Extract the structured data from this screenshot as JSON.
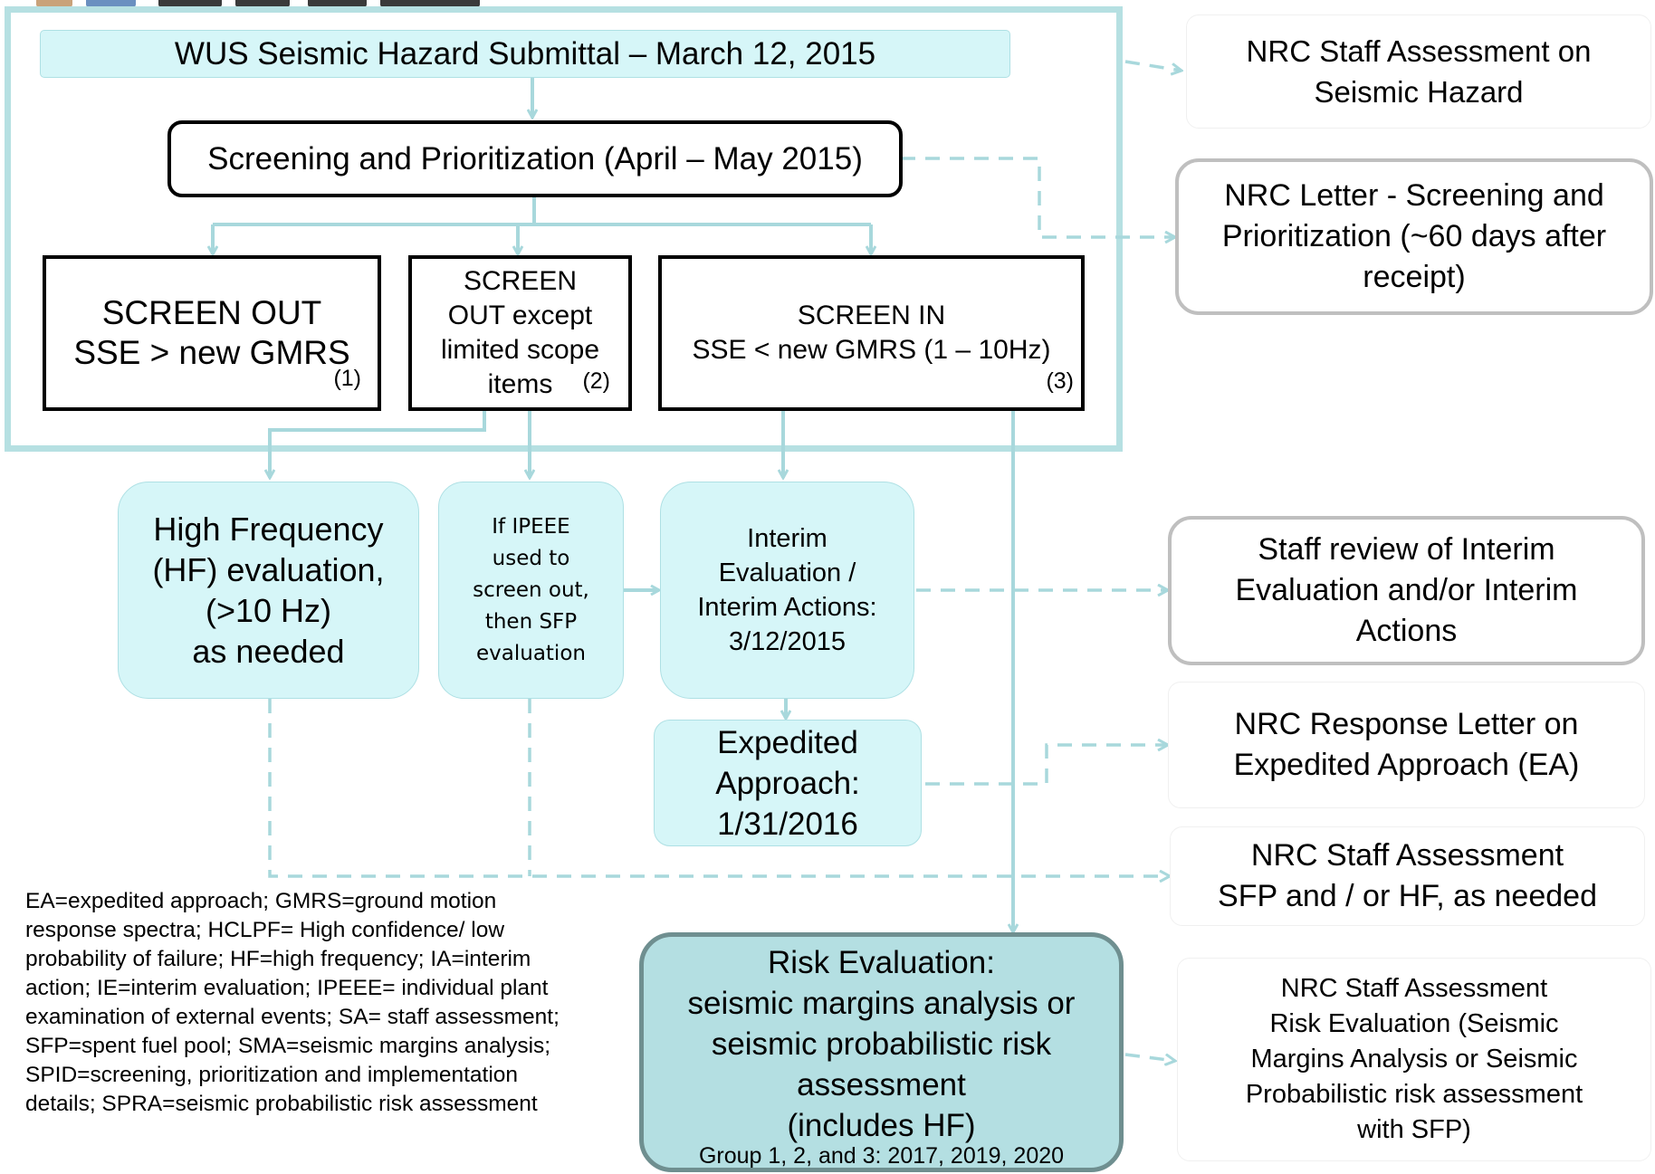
{
  "colors": {
    "teal_fill": "#d6f6f8",
    "teal_border": "#aee0e4",
    "connector": "#a8d8dc",
    "frame": "#b6e0e2",
    "risk_fill": "#b4dfe2",
    "risk_border": "#6f8f90",
    "gray_border": "#bfbfbf"
  },
  "title": "WUS Seismic Hazard Submittal – March 12, 2015",
  "screening": "Screening and Prioritization (April – May 2015)",
  "screen_out": {
    "text": "SCREEN OUT\nSSE > new GMRS",
    "num": "(1)"
  },
  "screen_out_except": {
    "text": "SCREEN\nOUT except\nlimited scope\nitems",
    "num": "(2)"
  },
  "screen_in": {
    "text": "SCREEN IN\nSSE < new GMRS (1 – 10Hz)",
    "num": "(3)"
  },
  "hf_eval": "High Frequency\n(HF) evaluation,\n(>10 Hz)\nas needed",
  "ipeee": "If IPEEE\nused to\nscreen out,\nthen SFP\nevaluation",
  "interim": "Interim\nEvaluation /\nInterim Actions:\n3/12/2015",
  "expedited": "Expedited\nApproach:\n1/31/2016",
  "risk": {
    "text": "Risk Evaluation:\nseismic margins analysis or\nseismic probabilistic risk\nassessment\n(includes HF)",
    "groups": "Group 1, 2, and 3: 2017, 2019, 2020"
  },
  "right": {
    "hazard": "NRC Staff Assessment on\nSeismic Hazard",
    "letter": "NRC Letter - Screening and\nPrioritization (~60 days after\nreceipt)",
    "interim_review": "Staff review of Interim\nEvaluation and/or Interim\nActions",
    "ea_letter": "NRC Response Letter on\nExpedited Approach (EA)",
    "sfp_hf": "NRC Staff Assessment\nSFP and / or HF, as needed",
    "risk_assess": "NRC Staff Assessment\nRisk Evaluation (Seismic\nMargins Analysis or Seismic\nProbabilistic risk assessment\nwith SFP)"
  },
  "abbreviations": "EA=expedited approach; GMRS=ground motion\nresponse spectra; HCLPF= High confidence/ low\nprobability of failure; HF=high frequency; IA=interim\naction; IE=interim evaluation; IPEEE= individual plant\nexamination of external events; SA= staff assessment;\nSFP=spent fuel pool; SMA=seismic margins analysis;\nSPID=screening, prioritization  and implementation\ndetails; SPRA=seismic probabilistic risk assessment"
}
